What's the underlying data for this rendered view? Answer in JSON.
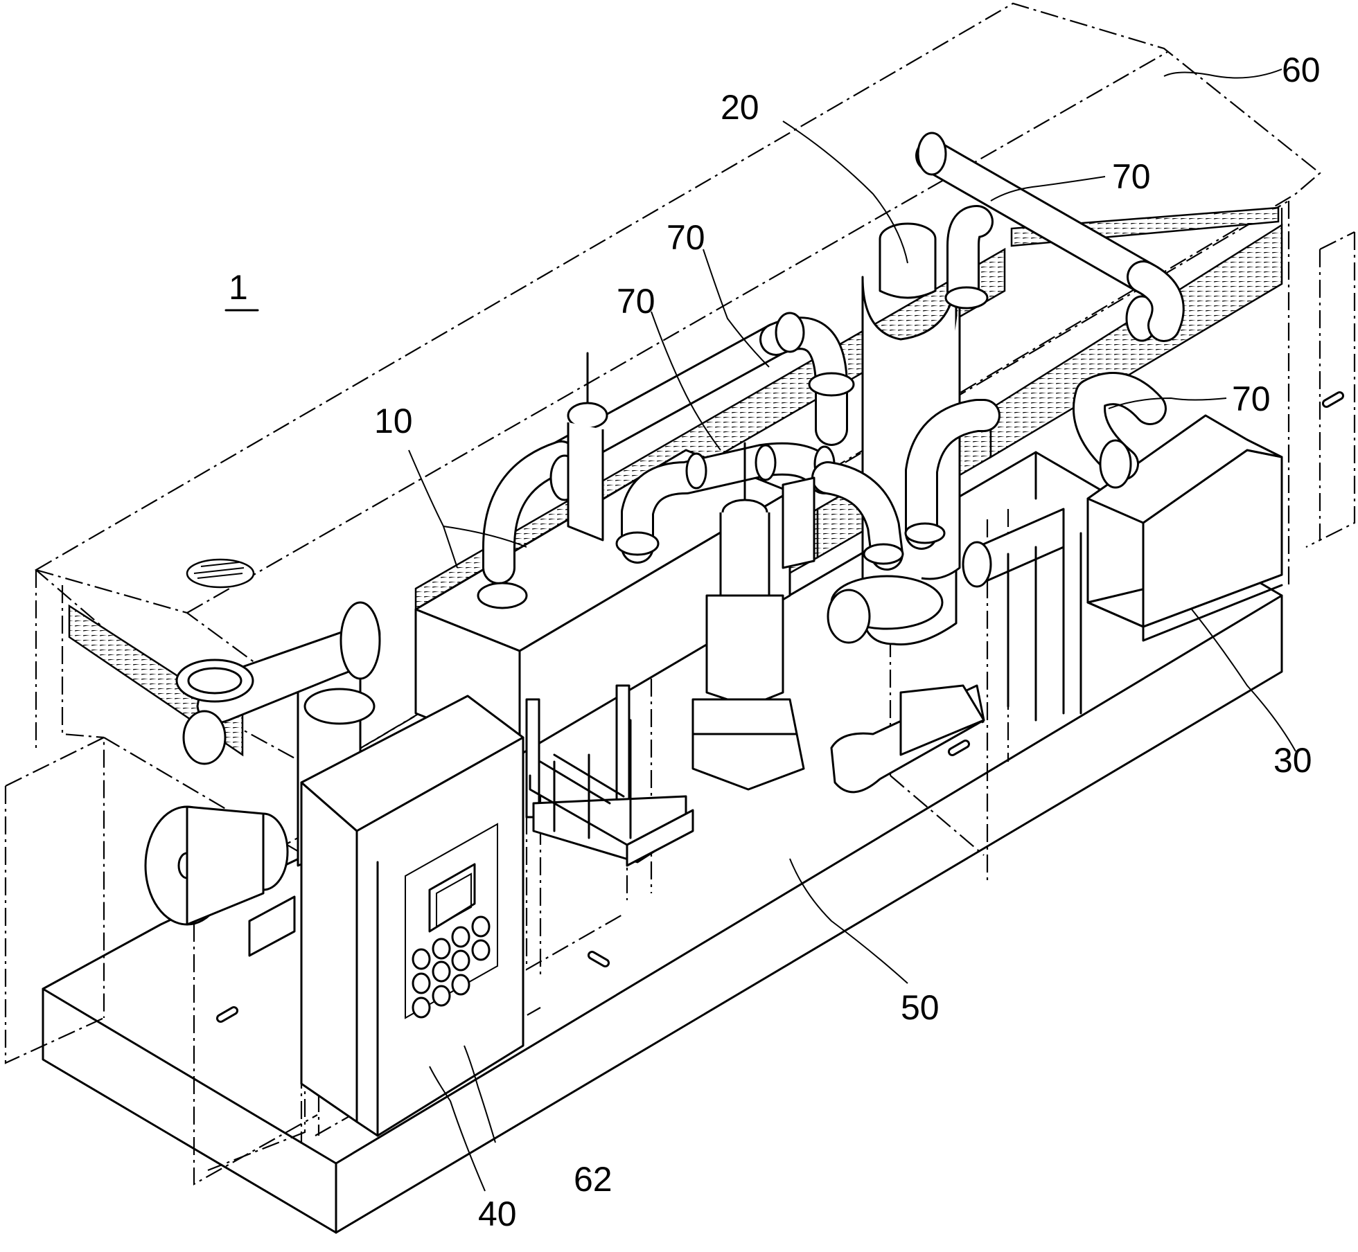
{
  "figure": {
    "assembly_label": "1",
    "reference_labels": {
      "engine": "10",
      "muffler": "20",
      "unit_30": "30",
      "control_panel": "40",
      "base": "50",
      "enclosure": "60",
      "door": "62",
      "pipe_a": "70",
      "pipe_b": "70",
      "pipe_c": "70",
      "pipe_d": "70"
    }
  }
}
